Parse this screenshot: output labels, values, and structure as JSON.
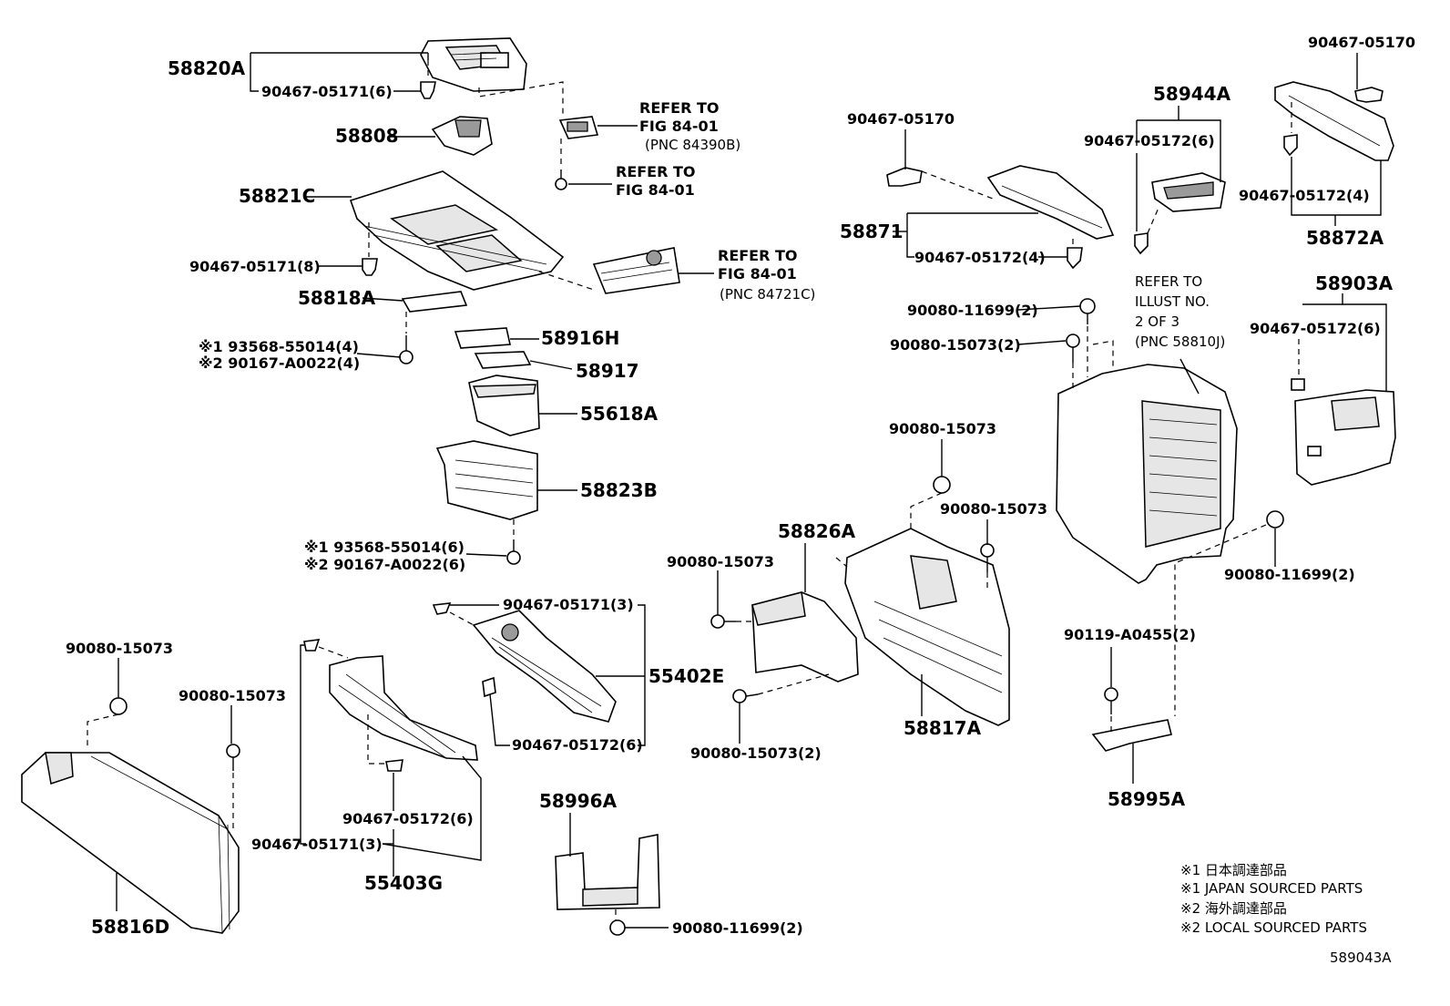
{
  "diagram": {
    "figure_code": "589043A",
    "notes": [
      "※1 日本調達部品",
      "※1 JAPAN SOURCED PARTS",
      "※2 海外調達部品",
      "※2 LOCAL SOURCED PARTS"
    ],
    "refer": {
      "r1_line1": "REFER TO",
      "r1_line2": "FIG 84-01",
      "r1_line3": "(PNC 84390B)",
      "r2_line1": "REFER TO",
      "r2_line2": "FIG 84-01",
      "r3_line1": "REFER TO",
      "r3_line2": "FIG 84-01",
      "r3_line3": "(PNC 84721C)",
      "r4_line1": "REFER TO",
      "r4_line2": "ILLUST NO.",
      "r4_line3": "2 OF 3",
      "r4_line4": "(PNC 58810J)"
    },
    "labels": {
      "p58820A": "58820A",
      "c90467_05171_6": "90467-05171(6)",
      "p58808": "58808",
      "p58821C": "58821C",
      "c90467_05171_8": "90467-05171(8)",
      "p58818A": "58818A",
      "s1_93568_55014_4": "※1 93568-55014(4)",
      "s2_90167_A0022_4": "※2 90167-A0022(4)",
      "p58916H": "58916H",
      "p58917": "58917",
      "p55618A": "55618A",
      "p58823B": "58823B",
      "s1_93568_55014_6": "※1 93568-55014(6)",
      "s2_90167_A0022_6": "※2 90167-A0022(6)",
      "c90467_05171_3a": "90467-05171(3)",
      "p55402E": "55402E",
      "c90467_05172_6a": "90467-05172(6)",
      "c90080_15073_left": "90080-15073",
      "c90080_15073_mid": "90080-15073",
      "c90467_05172_6b": "90467-05172(6)",
      "c90467_05171_3b": "90467-05171(3)",
      "p55403G": "55403G",
      "p58816D": "58816D",
      "p58996A": "58996A",
      "c90080_11699_2_bottom": "90080-11699(2)",
      "c90080_15073_c": "90080-15073",
      "p58826A": "58826A",
      "c90080_15073_2a": "90080-15073(2)",
      "c90467_05170_a": "90467-05170",
      "p58871": "58871",
      "c90467_05172_4a": "90467-05172(4)",
      "p58944A": "58944A",
      "c90467_05172_6c": "90467-05172(6)",
      "c90467_05170_b": "90467-05170",
      "c90467_05172_4b": "90467-05172(4)",
      "p58872A": "58872A",
      "c90080_11699_2a": "90080-11699(2)",
      "c90080_15073_2b": "90080-15073(2)",
      "p58903A": "58903A",
      "c90467_05172_6d": "90467-05172(6)",
      "c90080_15073_d": "90080-15073",
      "c90080_15073_e": "90080-15073",
      "p58817A": "58817A",
      "c90080_11699_2b": "90080-11699(2)",
      "c90119_A0455_2": "90119-A0455(2)",
      "p58995A": "58995A"
    }
  }
}
